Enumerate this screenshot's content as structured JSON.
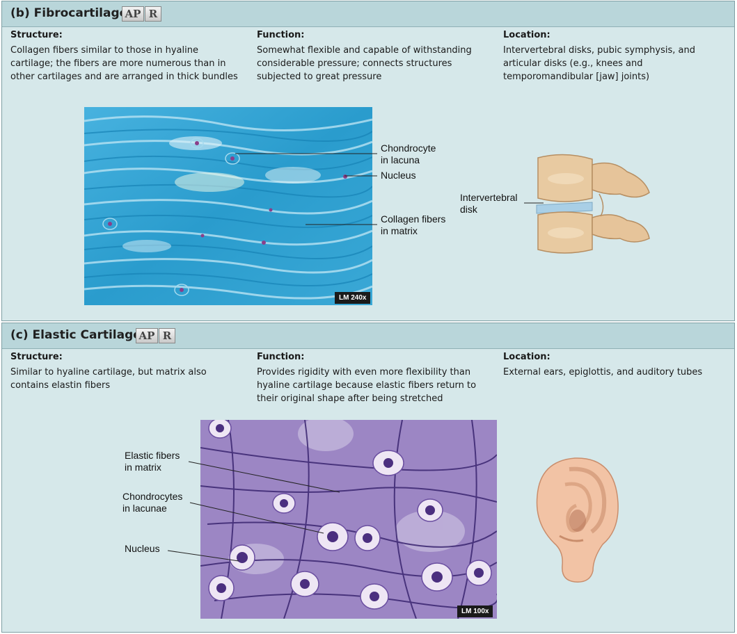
{
  "fibro": {
    "title": "(b) Fibrocartilage",
    "apr": {
      "ap": "AP",
      "r": "R"
    },
    "structure": {
      "heading": "Structure:",
      "text": "Collagen fibers similar to those in hyaline cartilage; the fibers are more numerous than in other cartilages and are arranged in thick bundles"
    },
    "function": {
      "heading": "Function:",
      "text": "Somewhat flexible and capable of withstanding considerable pressure; connects structures subjected to great pressure"
    },
    "location": {
      "heading": "Location:",
      "text": "Intervertebral disks, pubic symphysis, and articular disks (e.g., knees and temporomandibular [jaw] joints)"
    },
    "labels": {
      "chondrocyte": "Chondrocyte\nin lacuna",
      "nucleus": "Nucleus",
      "collagen": "Collagen fibers\nin matrix",
      "disk": "Intervertebral\ndisk"
    },
    "magnification": "LM 240x"
  },
  "elastic": {
    "title": "(c) Elastic Cartilage",
    "apr": {
      "ap": "AP",
      "r": "R"
    },
    "structure": {
      "heading": "Structure:",
      "text": "Similar to hyaline cartilage, but matrix also contains elastin fibers"
    },
    "function": {
      "heading": "Function:",
      "text": "Provides rigidity with even more flexibility than hyaline cartilage because elastic fibers return to their original shape after being stretched"
    },
    "location": {
      "heading": "Location:",
      "text": "External ears, epiglottis, and auditory tubes"
    },
    "labels": {
      "elastic": "Elastic fibers\nin matrix",
      "chondrocytes": "Chondrocytes\nin lacunae",
      "nucleus": "Nucleus"
    },
    "magnification": "LM 100x"
  },
  "colors": {
    "panel_bg": "#d6e8ea",
    "header_bg": "#b9d6da",
    "fibro_stain": "#2fa3d3",
    "elastic_stain": "#8a6fb6"
  }
}
